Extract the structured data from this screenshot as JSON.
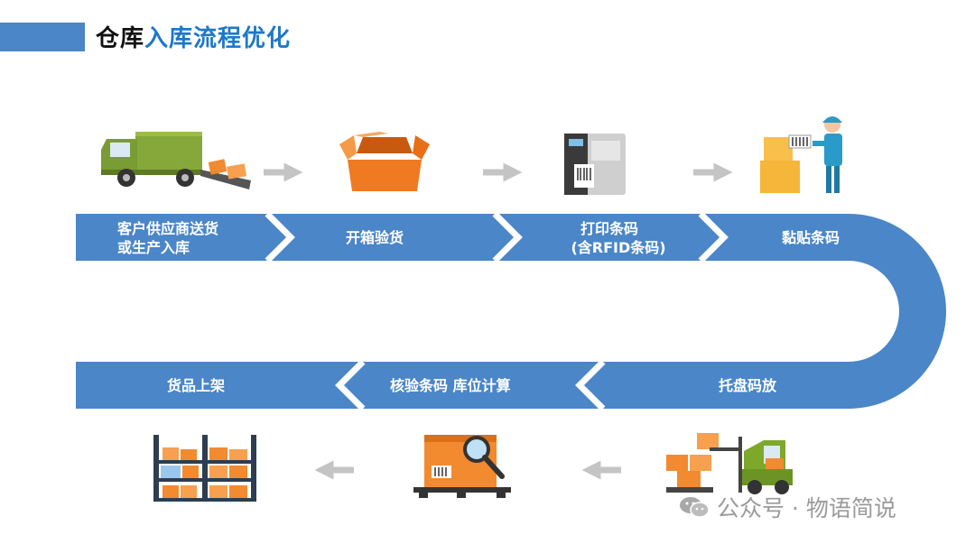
{
  "title": {
    "part1": "仓库",
    "part2": "入库流程优化"
  },
  "steps": {
    "s1": {
      "line1": "客户供应商送货",
      "line2": "或生产入库"
    },
    "s2": {
      "line1": "开箱验货"
    },
    "s3": {
      "line1": "打印条码",
      "line2": "(含RFID条码)"
    },
    "s4": {
      "line1": "黏贴条码"
    },
    "s5": {
      "line1": "托盘码放"
    },
    "s6": {
      "line1": "核验条码 库位计算"
    },
    "s7": {
      "line1": "货品上架"
    }
  },
  "icons": [
    "delivery-truck-icon",
    "open-box-icon",
    "barcode-printer-icon",
    "worker-labeling-icon",
    "forklift-pallet-icon",
    "barcode-inspection-icon",
    "warehouse-shelf-icon"
  ],
  "watermark": {
    "text": "公众号 · 物语简说",
    "icon": "wechat-icon"
  },
  "colors": {
    "band": "#4a86c8",
    "title_accent": "#1e78c8",
    "arrow": "#c4c4c4",
    "box": "#f28a30"
  }
}
